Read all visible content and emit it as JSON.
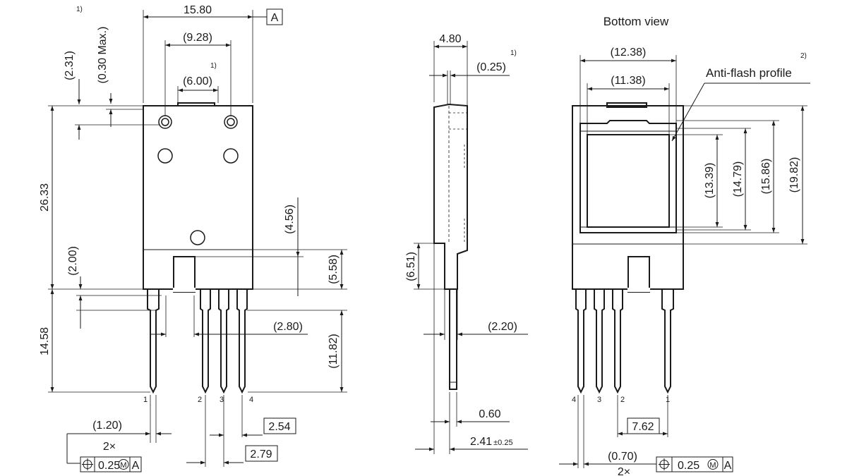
{
  "drawing": {
    "title": "Bottom view",
    "anti_flash": "Anti-flash profile",
    "datum": "A",
    "front": {
      "width": "15.80",
      "hole_pitch_outer": "(9.28)",
      "hole_pitch_inner": "(6.00)",
      "top_offset": "(2.31)",
      "max_note": "(0.30 Max.)",
      "height": "26.33",
      "step": "(2.00)",
      "lead_len": "14.58",
      "notch": "(4.56)",
      "base": "(5.58)",
      "slot": "(2.80)",
      "leg": "(11.82)",
      "lead_w": "(1.20)",
      "pitch1": "2.54",
      "pitch2": "2.79",
      "multiplier": "2×",
      "tolerance": "0.25",
      "mod": "M",
      "pins": [
        "1",
        "2",
        "3",
        "4"
      ],
      "note1": "1)",
      "note1b": "1)"
    },
    "side": {
      "thickness": "4.80",
      "flash": "(0.25)",
      "note": "1)",
      "stand": "(6.51)",
      "offset": "(2.20)",
      "lead_t": "0.60",
      "base_t": "2.41",
      "base_tol": "±0.25"
    },
    "bottom": {
      "w1": "(12.38)",
      "w2": "(11.38)",
      "note": "2)",
      "h1": "(13.39)",
      "h2": "(14.79)",
      "h3": "(15.86)",
      "h4": "(19.82)",
      "pitch": "7.62",
      "lead_w": "(0.70)",
      "multiplier": "2×",
      "tolerance": "0.25",
      "mod": "M",
      "datum": "A",
      "pins": [
        "4",
        "3",
        "2",
        "1"
      ]
    }
  }
}
